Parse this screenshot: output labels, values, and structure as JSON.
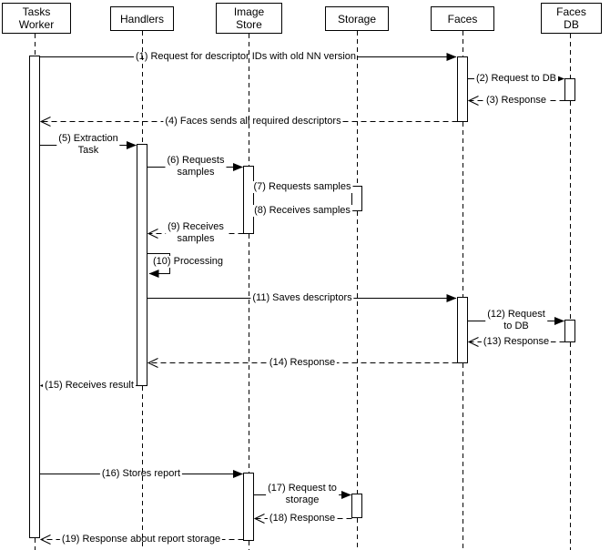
{
  "diagram_kind": "uml-sequence",
  "participants": [
    {
      "name": "Tasks Worker",
      "label_lines": [
        "Tasks",
        "Worker"
      ]
    },
    {
      "name": "Handlers",
      "label_lines": [
        "Handlers"
      ]
    },
    {
      "name": "Image Store",
      "label_lines": [
        "Image",
        "Store"
      ]
    },
    {
      "name": "Storage",
      "label_lines": [
        "Storage"
      ]
    },
    {
      "name": "Faces",
      "label_lines": [
        "Faces"
      ]
    },
    {
      "name": "Faces DB",
      "label_lines": [
        "Faces",
        "DB"
      ]
    }
  ],
  "messages": [
    {
      "num": 1,
      "label_lines": [
        "(1) Request for descriptor IDs with old NN version"
      ],
      "from": "Tasks Worker",
      "to": "Faces",
      "line_style": "solid",
      "arrow": "filled"
    },
    {
      "num": 2,
      "label_lines": [
        "(2) Request to DB"
      ],
      "from": "Faces",
      "to": "Faces DB",
      "line_style": "solid",
      "arrow": "filled"
    },
    {
      "num": 3,
      "label_lines": [
        "(3) Response"
      ],
      "from": "Faces DB",
      "to": "Faces",
      "line_style": "dashed",
      "arrow": "open"
    },
    {
      "num": 4,
      "label_lines": [
        "(4) Faces sends all required descriptors"
      ],
      "from": "Faces",
      "to": "Tasks Worker",
      "line_style": "dashed",
      "arrow": "open"
    },
    {
      "num": 5,
      "label_lines": [
        "(5) Extraction",
        "Task"
      ],
      "from": "Tasks Worker",
      "to": "Handlers",
      "line_style": "solid",
      "arrow": "filled"
    },
    {
      "num": 6,
      "label_lines": [
        "(6) Requests",
        "samples"
      ],
      "from": "Handlers",
      "to": "Image Store",
      "line_style": "solid",
      "arrow": "filled"
    },
    {
      "num": 7,
      "label_lines": [
        "(7) Requests samples"
      ],
      "from": "Image Store",
      "to": "Storage",
      "line_style": "solid",
      "arrow": "filled"
    },
    {
      "num": 8,
      "label_lines": [
        "(8) Receives samples"
      ],
      "from": "Storage",
      "to": "Image Store",
      "line_style": "dashed",
      "arrow": "open"
    },
    {
      "num": 9,
      "label_lines": [
        "(9) Receives",
        "samples"
      ],
      "from": "Image Store",
      "to": "Handlers",
      "line_style": "dashed",
      "arrow": "open"
    },
    {
      "num": 10,
      "label_lines": [
        "(10) Processing"
      ],
      "from": "Handlers",
      "to": "Handlers",
      "line_style": "solid",
      "arrow": "filled"
    },
    {
      "num": 11,
      "label_lines": [
        "(11) Saves descriptors"
      ],
      "from": "Handlers",
      "to": "Faces",
      "line_style": "solid",
      "arrow": "filled"
    },
    {
      "num": 12,
      "label_lines": [
        "(12) Request",
        "to DB"
      ],
      "from": "Faces",
      "to": "Faces DB",
      "line_style": "solid",
      "arrow": "filled"
    },
    {
      "num": 13,
      "label_lines": [
        "(13) Response"
      ],
      "from": "Faces DB",
      "to": "Faces",
      "line_style": "dashed",
      "arrow": "open"
    },
    {
      "num": 14,
      "label_lines": [
        "(14) Response"
      ],
      "from": "Faces",
      "to": "Handlers",
      "line_style": "dashed",
      "arrow": "open"
    },
    {
      "num": 15,
      "label_lines": [
        "(15) Receives result"
      ],
      "from": "Handlers",
      "to": "Tasks Worker",
      "line_style": "solid",
      "arrow": "open"
    },
    {
      "num": 16,
      "label_lines": [
        "(16) Stores report"
      ],
      "from": "Tasks Worker",
      "to": "Image Store",
      "line_style": "solid",
      "arrow": "filled"
    },
    {
      "num": 17,
      "label_lines": [
        "(17) Request to",
        "storage"
      ],
      "from": "Image Store",
      "to": "Storage",
      "line_style": "solid",
      "arrow": "filled"
    },
    {
      "num": 18,
      "label_lines": [
        "(18) Response"
      ],
      "from": "Storage",
      "to": "Image Store",
      "line_style": "dashed",
      "arrow": "open"
    },
    {
      "num": 19,
      "label_lines": [
        "(19) Response about report storage"
      ],
      "from": "Image Store",
      "to": "Tasks Worker",
      "line_style": "dashed",
      "arrow": "open"
    }
  ],
  "colors": {
    "line": "#000000",
    "background": "#ffffff"
  }
}
